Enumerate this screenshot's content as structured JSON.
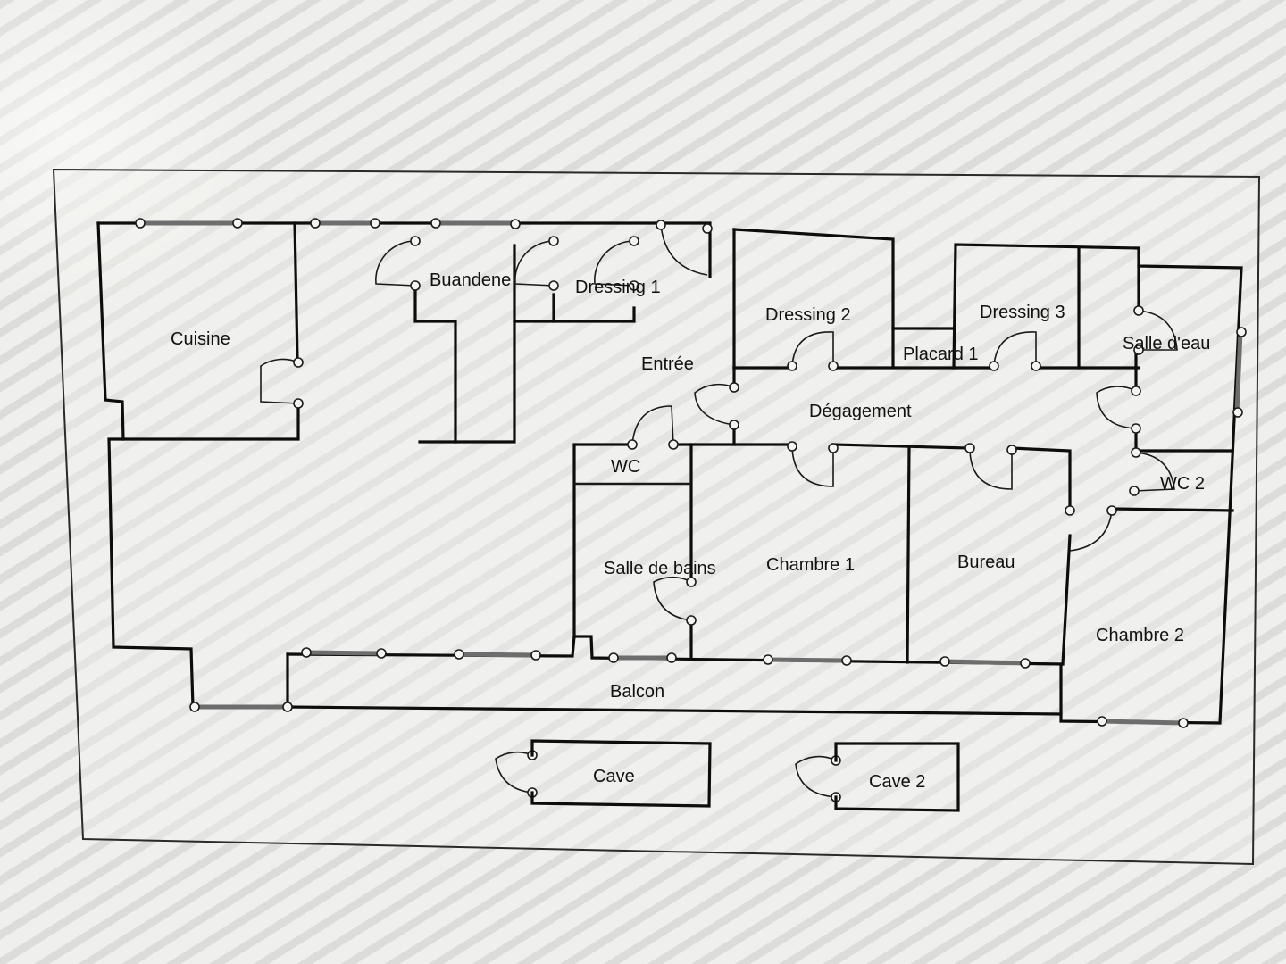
{
  "plan": {
    "rooms": {
      "cuisine": "Cuisine",
      "buanderie": "Buandene",
      "dressing1": "Dressing 1",
      "entree": "Entrée",
      "dressing2": "Dressing 2",
      "dressing3": "Dressing 3",
      "placard1": "Placard 1",
      "salle_eau": "Salle d'eau",
      "degagement": "Dégagement",
      "wc": "WC",
      "wc2": "WC 2",
      "salle_de_bains": "Salle de bains",
      "chambre1": "Chambre 1",
      "bureau": "Bureau",
      "chambre2": "Chambre 2",
      "balcon": "Balcon",
      "cave": "Cave",
      "cave2": "Cave 2"
    }
  },
  "colors": {
    "screen_background": "#f2f2f0",
    "wall": "#0d0d0d"
  }
}
